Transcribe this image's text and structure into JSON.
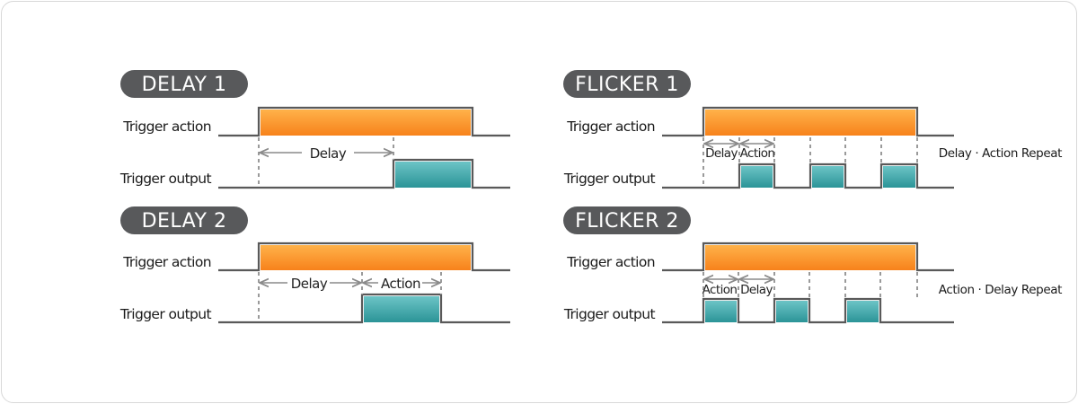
{
  "panels": {
    "delay1": {
      "title": "DELAY 1",
      "trigger_action_label": "Trigger action",
      "trigger_output_label": "Trigger output",
      "delay_label": "Delay"
    },
    "delay2": {
      "title": "DELAY 2",
      "trigger_action_label": "Trigger action",
      "trigger_output_label": "Trigger output",
      "delay_label": "Delay",
      "action_label": "Action"
    },
    "flicker1": {
      "title": "FLICKER 1",
      "trigger_action_label": "Trigger action",
      "trigger_output_label": "Trigger output",
      "delay_label": "Delay",
      "action_label": "Action",
      "repeat_note": "Delay · Action Repeat"
    },
    "flicker2": {
      "title": "FLICKER 2",
      "trigger_action_label": "Trigger action",
      "trigger_output_label": "Trigger output",
      "action_label": "Action",
      "delay_label": "Delay",
      "repeat_note": "Action · Delay Repeat"
    }
  },
  "colors": {
    "badge": "#58595b",
    "action_bar_top": "#ffb24a",
    "action_bar_bottom": "#f7821b",
    "output_bar_top": "#6cc4c6",
    "output_bar_bottom": "#2b9497",
    "line": "#595959",
    "dash": "#9a9a9a"
  }
}
